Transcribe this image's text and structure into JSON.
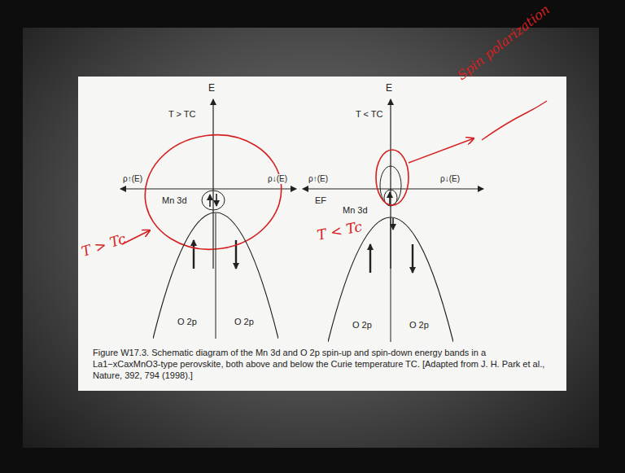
{
  "diagram": {
    "caption": "Figure W17.3. Schematic diagram of the Mn 3d and O 2p spin-up and spin-down energy bands in a La1−xCaxMnO3-type perovskite, both above and below the Curie temperature TC. [Adapted from J. H. Park et al., Nature, 392, 794 (1998).]",
    "nodes": [
      {
        "text": [
          "O 2p",
          "O 2p"
        ]
      },
      {
        "text": [
          "O 2p",
          "O 2p"
        ]
      }
    ],
    "labels": [
      "E",
      "T > TC",
      "ρ↑(E)",
      "ρ↓(E)",
      "Mn 3d",
      "E",
      "T < TC",
      "ρ↑(E)",
      "ρ↓(E)",
      "EF",
      "Mn 3d",
      "T > Tc",
      "T < Tc",
      "Spin polarization"
    ]
  }
}
